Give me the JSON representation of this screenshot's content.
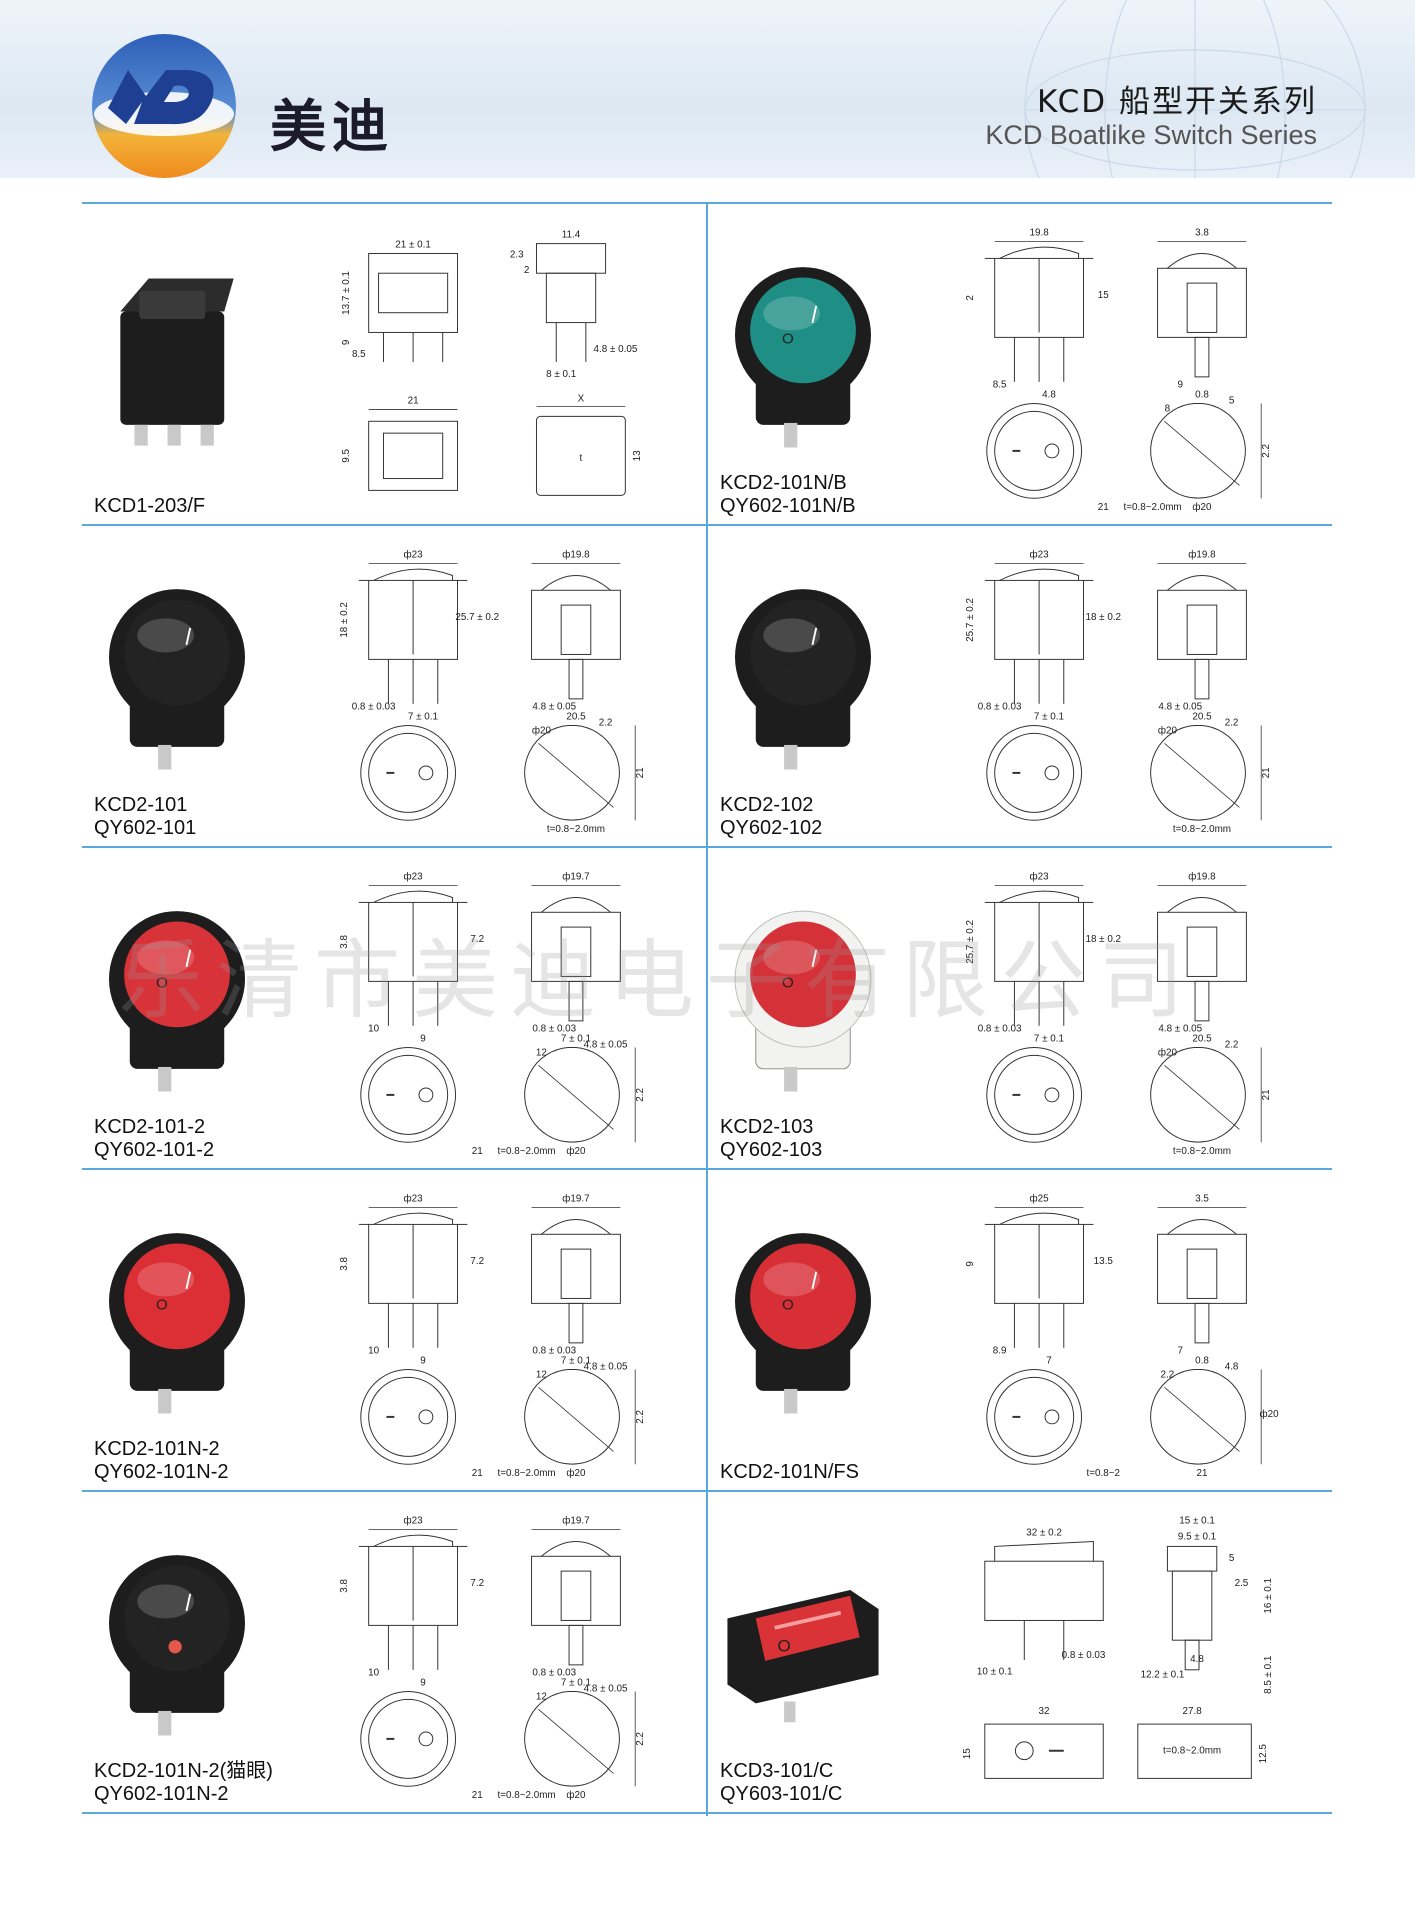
{
  "header": {
    "brand_cn": "美迪",
    "series_cn": "KCD 船型开关系列",
    "series_en": "KCD Boatlike Switch Series",
    "accent_color": "#5aa8e0"
  },
  "watermark": "乐清市美迪电子有限公司",
  "products": [
    {
      "id": "p1",
      "lines": [
        "KCD1-203/F"
      ],
      "cap": "#222",
      "body": "#1d1d1d",
      "shape": "rect",
      "dims": {
        "a": "21 ± 0.1",
        "b": "11.4",
        "c": "13.7 ± 0.1",
        "d": "2.3",
        "e": "2",
        "f": "9",
        "g": "8.5",
        "h": "4.8 ± 0.05",
        "i": "8 ± 0.1",
        "j": "21",
        "k": "9.5",
        "l": "X",
        "m": "13",
        "n": "t"
      }
    },
    {
      "id": "p2",
      "lines": [
        "KCD2-101N/B",
        "QY602-101N/B"
      ],
      "cap": "#1f8f86",
      "body": "#1d1d1d",
      "shape": "round",
      "dims": {
        "a": "19.8",
        "b": "3.8",
        "c": "2",
        "d": "15",
        "e": "8.5",
        "f": "4.8",
        "g": "9",
        "h": "0.8",
        "i": "5",
        "j": "8",
        "k": "2.2",
        "l": "ф20",
        "m": "21",
        "n": "t=0.8~2.0mm"
      }
    },
    {
      "id": "p3",
      "lines": [
        "KCD2-101",
        "QY602-101"
      ],
      "cap": "#232323",
      "body": "#1d1d1d",
      "shape": "round",
      "dims": {
        "a": "ф23",
        "b": "ф19.8",
        "c": "18 ± 0.2",
        "d": "25.7 ± 0.2",
        "e": "0.8 ± 0.03",
        "f": "7 ± 0.1",
        "g": "4.8 ± 0.05",
        "h": "20.5",
        "i": "2.2",
        "j": "ф20",
        "k": "21",
        "l": "t=0.8~2.0mm"
      }
    },
    {
      "id": "p4",
      "lines": [
        "KCD2-102",
        "QY602-102"
      ],
      "cap": "#232323",
      "body": "#1d1d1d",
      "shape": "round",
      "dims": {
        "a": "ф23",
        "b": "ф19.8",
        "c": "25.7 ± 0.2",
        "d": "18 ± 0.2",
        "e": "0.8 ± 0.03",
        "f": "7 ± 0.1",
        "g": "4.8 ± 0.05",
        "h": "20.5",
        "i": "2.2",
        "j": "ф20",
        "k": "21",
        "l": "t=0.8~2.0mm"
      }
    },
    {
      "id": "p5",
      "lines": [
        "KCD2-101-2",
        "QY602-101-2"
      ],
      "cap": "#d9333a",
      "body": "#1d1d1d",
      "shape": "round",
      "dims": {
        "a": "ф23",
        "b": "ф19.7",
        "c": "3.8",
        "d": "7.2",
        "e": "10",
        "f": "9",
        "g": "0.8 ± 0.03",
        "h": "7 ± 0.1",
        "i": "4.8 ± 0.05",
        "j": "12",
        "k": "2.2",
        "l": "ф20",
        "m": "21",
        "n": "t=0.8~2.0mm"
      }
    },
    {
      "id": "p6",
      "lines": [
        "KCD2-103",
        "QY602-103"
      ],
      "cap": "#d43238",
      "body": "#f2f2f0",
      "shape": "round",
      "dims": {
        "a": "ф23",
        "b": "ф19.8",
        "c": "25.7 ± 0.2",
        "d": "18 ± 0.2",
        "e": "0.8 ± 0.03",
        "f": "7 ± 0.1",
        "g": "4.8 ± 0.05",
        "h": "20.5",
        "i": "2.2",
        "j": "ф20",
        "k": "21",
        "l": "t=0.8~2.0mm"
      }
    },
    {
      "id": "p7",
      "lines": [
        "KCD2-101N-2",
        "QY602-101N-2"
      ],
      "cap": "#dc2f35",
      "body": "#1d1d1d",
      "shape": "round",
      "dims": {
        "a": "ф23",
        "b": "ф19.7",
        "c": "3.8",
        "d": "7.2",
        "e": "10",
        "f": "9",
        "g": "0.8 ± 0.03",
        "h": "7 ± 0.1",
        "i": "4.8 ± 0.05",
        "j": "12",
        "k": "2.2",
        "l": "ф20",
        "m": "21",
        "n": "t=0.8~2.0mm"
      }
    },
    {
      "id": "p8",
      "lines": [
        "KCD2-101N/FS"
      ],
      "cap": "#d82f36",
      "body": "#1d1d1d",
      "shape": "round",
      "dims": {
        "a": "ф25",
        "b": "3.5",
        "c": "9",
        "d": "13.5",
        "e": "8.9",
        "f": "7",
        "g": "7",
        "h": "0.8",
        "i": "4.8",
        "j": "2.2",
        "k": "ф20",
        "l": "21",
        "m": "t=0.8~2"
      }
    },
    {
      "id": "p9",
      "lines": [
        "KCD2-101N-2(猫眼)",
        "QY602-101N-2"
      ],
      "cap": "#232323",
      "body": "#1d1d1d",
      "shape": "round",
      "dims": {
        "a": "ф23",
        "b": "ф19.7",
        "c": "3.8",
        "d": "7.2",
        "e": "10",
        "f": "9",
        "g": "0.8 ± 0.03",
        "h": "7 ± 0.1",
        "i": "4.8 ± 0.05",
        "j": "12",
        "k": "2.2",
        "l": "ф20",
        "m": "21",
        "n": "t=0.8~2.0mm"
      }
    },
    {
      "id": "p10",
      "lines": [
        "KCD3-101/C",
        "QY603-101/C"
      ],
      "cap": "#d93237",
      "body": "#1d1d1d",
      "shape": "rect",
      "dims": {
        "a": "32 ± 0.2",
        "b": "15 ± 0.1",
        "c": "9.5 ± 0.1",
        "d": "5",
        "e": "2.5",
        "f": "16 ± 0.1",
        "g": "0.8 ± 0.03",
        "h": "10 ± 0.1",
        "i": "12.2 ± 0.1",
        "j": "4.8",
        "k": "8.5 ± 0.1",
        "l": "32",
        "m": "27.8",
        "n": "15",
        "o": "12.5",
        "p": "t=0.8~2.0mm"
      }
    }
  ]
}
